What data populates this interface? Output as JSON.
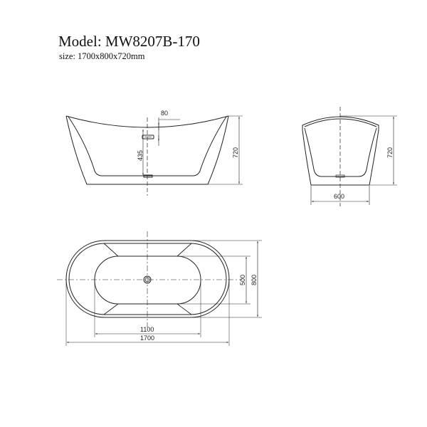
{
  "header": {
    "title": "Model: MW8207B-170",
    "subtitle": "size: 1700x800x720mm"
  },
  "side_view": {
    "dim_overflow_offset": "80",
    "dim_drain_height": "435",
    "dim_height": "720"
  },
  "end_view": {
    "dim_height": "720",
    "dim_base_width": "600"
  },
  "top_view": {
    "dim_inner_width": "500",
    "dim_outer_width": "800",
    "dim_inner_length": "1100",
    "dim_outer_length": "1700"
  },
  "colors": {
    "line": "#222222",
    "thin": "#555555",
    "background": "#ffffff"
  }
}
